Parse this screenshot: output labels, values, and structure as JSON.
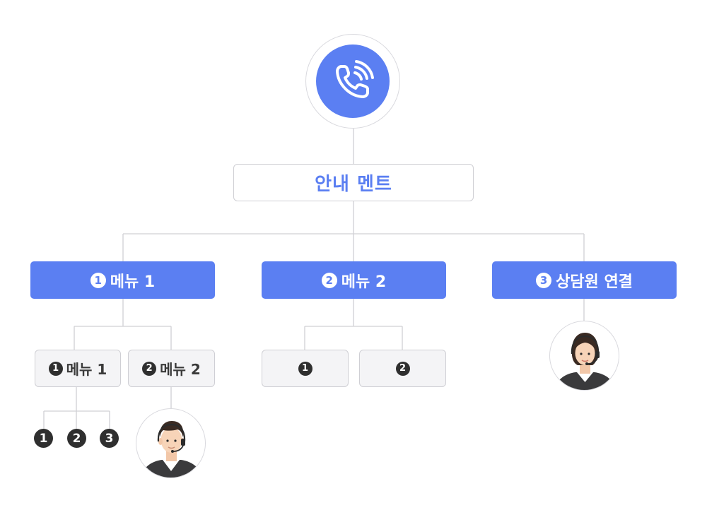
{
  "diagram": {
    "root_icon": "phone-ringing-icon",
    "announcement": "안내 멘트",
    "menus": [
      {
        "number": "1",
        "label": "메뉴 1"
      },
      {
        "number": "2",
        "label": "메뉴 2"
      },
      {
        "number": "3",
        "label": "상담원 연결"
      }
    ],
    "menu1_children": [
      {
        "number": "1",
        "label": "메뉴 1"
      },
      {
        "number": "2",
        "label": "메뉴 2"
      }
    ],
    "menu1_sub_options": [
      "1",
      "2",
      "3"
    ],
    "menu2_children": [
      "1",
      "2"
    ],
    "agent_icons": [
      "male-agent-headset-icon",
      "female-agent-headset-icon"
    ]
  },
  "colors": {
    "accent": "#5b7ff2",
    "connector": "#d0d0d4",
    "box_fill": "#f4f4f6",
    "badge_dark": "#2f2f2f"
  }
}
